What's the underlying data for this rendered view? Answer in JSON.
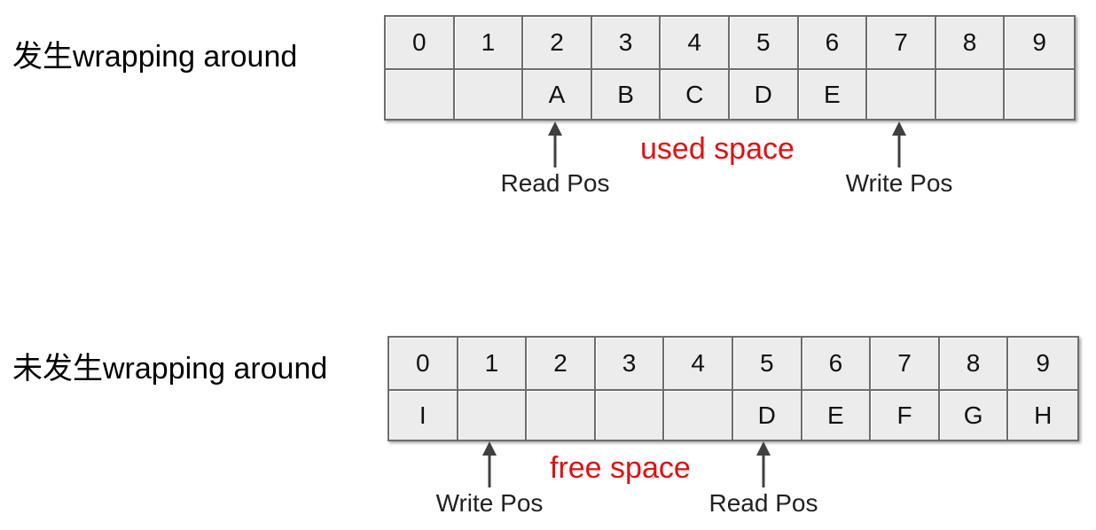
{
  "colors": {
    "region_label": "#e01010",
    "cell_fill": "#ececec",
    "cell_border": "#6d6d6d",
    "arrow": "#404040"
  },
  "top": {
    "heading": "发生wrapping around",
    "indices": [
      "0",
      "1",
      "2",
      "3",
      "4",
      "5",
      "6",
      "7",
      "8",
      "9"
    ],
    "values": [
      "",
      "",
      "A",
      "B",
      "C",
      "D",
      "E",
      "",
      "",
      ""
    ],
    "read_label": "Read Pos",
    "write_label": "Write Pos",
    "region_label": "used space"
  },
  "bottom": {
    "heading": "未发生wrapping around",
    "indices": [
      "0",
      "1",
      "2",
      "3",
      "4",
      "5",
      "6",
      "7",
      "8",
      "9"
    ],
    "values": [
      "I",
      "",
      "",
      "",
      "",
      "D",
      "E",
      "F",
      "G",
      "H"
    ],
    "write_label": "Write Pos",
    "read_label": "Read Pos",
    "region_label": "free space"
  }
}
